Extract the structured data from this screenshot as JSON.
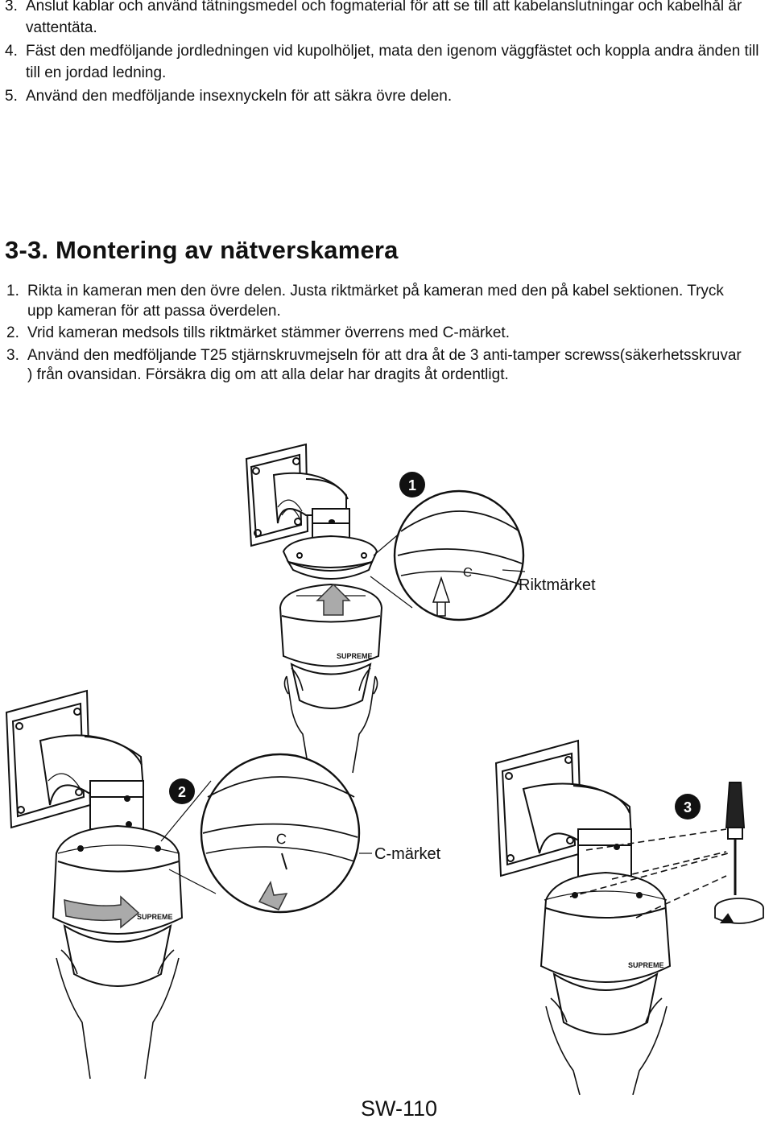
{
  "intro_steps": [
    {
      "num": "3.",
      "text": "Anslut kablar och använd tätningsmedel och fogmaterial för att se till att kabelanslutningar och kabelhål är vattentäta."
    },
    {
      "num": "4.",
      "text": "Fäst den medföljande jordledningen vid kupolhöljet, mata den igenom väggfästet och koppla andra änden till till en jordad ledning."
    },
    {
      "num": "5.",
      "text": "Använd den medföljande insexnyckeln för att säkra övre delen."
    }
  ],
  "section": {
    "title": "3-3. Montering av nätverskamera",
    "steps": [
      {
        "num": "1.",
        "text": "Rikta in kameran men den övre delen. Justa riktmärket på kameran med den på kabel sektionen. Tryck upp kameran för att passa överdelen."
      },
      {
        "num": "2.",
        "text": "Vrid kameran medsols tills riktmärket stämmer överrens med C-märket."
      },
      {
        "num": "3.",
        "text": "Använd den medföljande T25 stjärnskruvmejseln för att dra åt de 3 anti-tamper screwss(säkerhetsskruvar ) från ovansidan. Försäkra dig om att alla delar har dragits åt ordentligt."
      }
    ]
  },
  "illustration": {
    "step_badges": [
      "1",
      "2",
      "3"
    ],
    "callout_1": "Riktmärket",
    "callout_2": "C-märket",
    "mark_letter": "C",
    "icons": [
      "wall-bracket-icon",
      "dome-camera-icon",
      "hand-icon",
      "arrow-icon",
      "screwdriver-icon",
      "rotation-icon"
    ]
  },
  "footer": {
    "model": "SW-110"
  }
}
